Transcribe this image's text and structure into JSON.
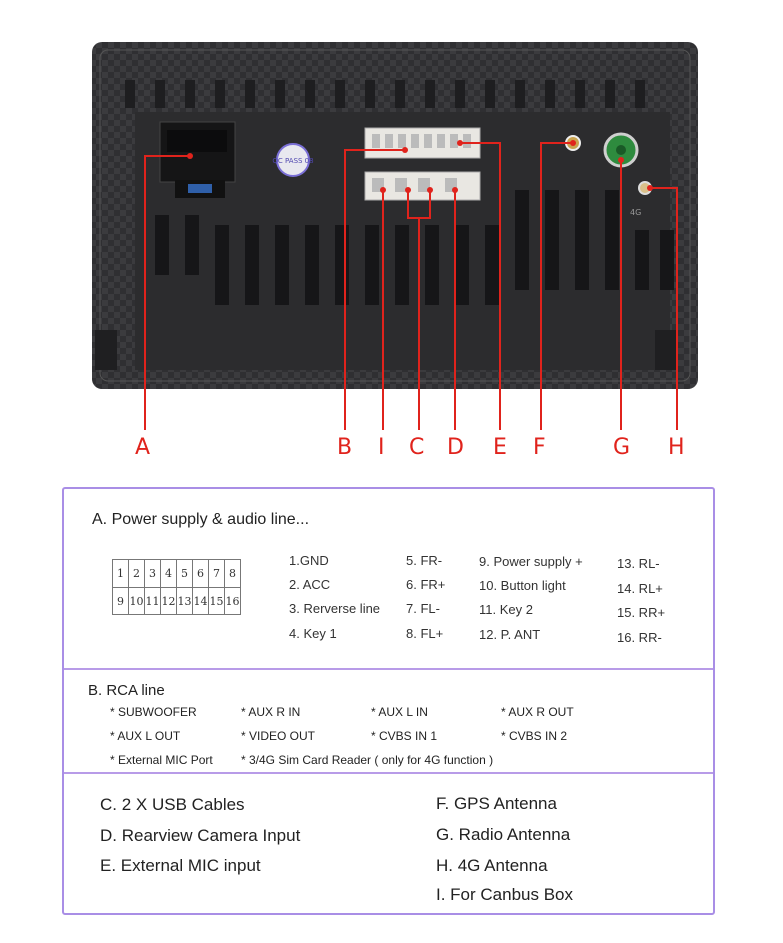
{
  "callouts": [
    "A",
    "B",
    "I",
    "C",
    "D",
    "E",
    "F",
    "G",
    "H"
  ],
  "sections": {
    "power": {
      "title": "A. Power supply & audio line...",
      "grid": {
        "row1": [
          "1",
          "2",
          "3",
          "4",
          "5",
          "6",
          "7",
          "8"
        ],
        "row2": [
          "9",
          "10",
          "11",
          "12",
          "13",
          "14",
          "15",
          "16"
        ]
      },
      "pins": [
        "1.GND",
        "2. ACC",
        "3. Rerverse line",
        "4. Key 1",
        "5. FR-",
        "6. FR+",
        "7. FL-",
        "8. FL+",
        "9. Power supply +",
        "10. Button light",
        "11. Key 2",
        "12. P. ANT",
        "13. RL-",
        "14. RL+",
        "15. RR+",
        "16. RR-"
      ]
    },
    "rca": {
      "title": "B. RCA line",
      "items": [
        "* SUBWOOFER",
        "* AUX R IN",
        "* AUX L IN",
        "* AUX R OUT",
        "* AUX L OUT",
        "* VIDEO OUT",
        "* CVBS IN 1",
        "* CVBS IN 2",
        "* External MIC Port",
        "* 3/4G Sim Card Reader ( only for 4G function )"
      ]
    },
    "connectors": {
      "items": [
        "C. 2 X USB Cables",
        "D. Rearview Camera Input",
        "E. External MIC input",
        "F. GPS Antenna",
        "G. Radio Antenna",
        "H. 4G Antenna",
        "I.  For Canbus Box"
      ]
    }
  },
  "device": {
    "sticker_text": "QC PASS 08",
    "port_label_4g": "4G"
  },
  "colors": {
    "callout": "#e0231c",
    "box_border": "#a98ee6",
    "device_body": "#3a3a3c",
    "antenna_green": "#2e8b3e"
  }
}
